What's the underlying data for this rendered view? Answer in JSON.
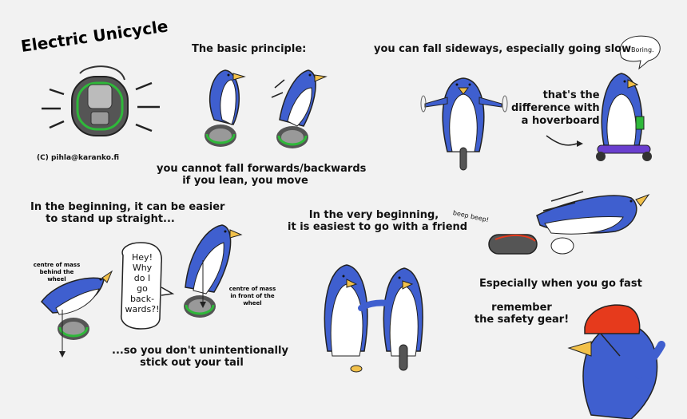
{
  "title": "Electric Unicycle",
  "credit": "(C) pihla@karanko.fi",
  "panels": {
    "basic": {
      "heading": "The basic principle:",
      "caption_line1": "you cannot fall forwards/backwards",
      "caption_line2": "if you lean, you move"
    },
    "sideways": {
      "heading": "you can fall sideways, especially going slow",
      "speech": "Boring.",
      "note_line1": "that's the",
      "note_line2": "difference with",
      "note_line3": "a hoverboard"
    },
    "beginning": {
      "heading_line1": "In the beginning, it can be easier",
      "heading_line2": "to stand up straight...",
      "label_left_line1": "centre of mass",
      "label_left_line2": "behind the wheel",
      "label_right_line1": "centre of mass",
      "label_right_line2": "in front of the wheel",
      "speech_lines": [
        "Hey!",
        "Why",
        "do I",
        "go",
        "back-",
        "wards?!"
      ],
      "caption_line1": "...so you don't unintentionally",
      "caption_line2": "stick out your tail"
    },
    "friend": {
      "heading_line1": "In the very beginning,",
      "heading_line2": "it is easiest to go with a friend"
    },
    "fast": {
      "sound": "beep beep!",
      "heading": "Especially when you go fast",
      "note_line1": "remember",
      "note_line2": "the safety gear!"
    }
  },
  "colors": {
    "penguin_blue": "#3f5fcf",
    "wheel_green": "#2fb83a",
    "helmet_red": "#e63a1c",
    "hoverboard_purple": "#6a3fcf",
    "beak_yellow": "#f2c14a",
    "background": "#f2f2f2"
  }
}
